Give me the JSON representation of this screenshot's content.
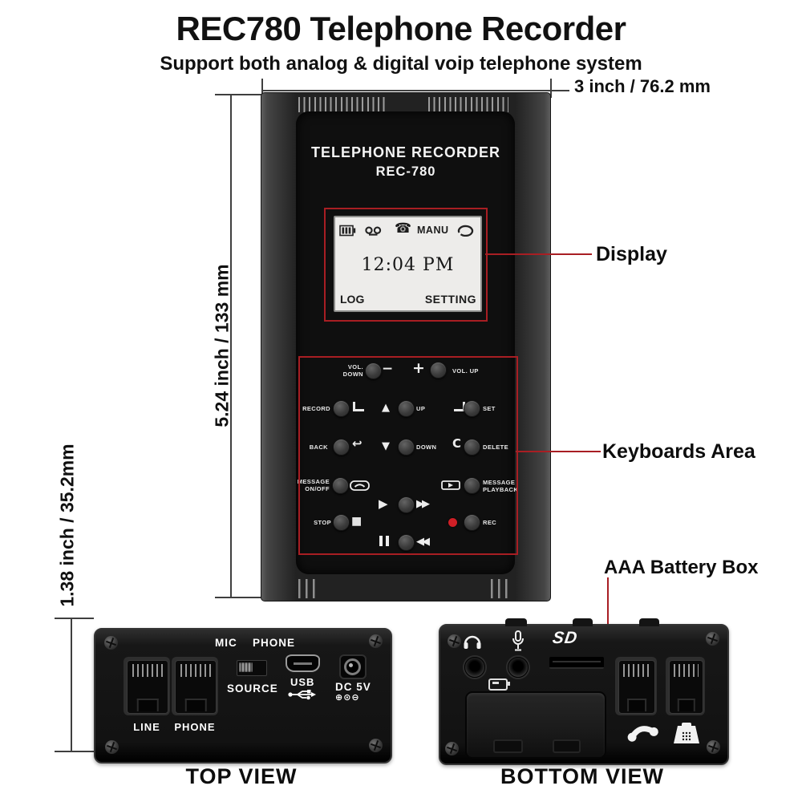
{
  "title": "REC780 Telephone Recorder",
  "subtitle": "Support both analog & digital voip telephone system",
  "dims": {
    "width": "3 inch / 76.2 mm",
    "height": "5.24 inch / 133 mm",
    "depth": "1.38 inch / 35.2mm"
  },
  "callouts": {
    "display": "Display",
    "keyboards": "Keyboards Area",
    "battery": "AAA Battery Box",
    "accent_color": "#a81e23"
  },
  "front": {
    "header1": "TELEPHONE RECORDER",
    "header2": "REC-780",
    "lcd": {
      "phone_glyph": "☎",
      "manu": "MANU",
      "time": "12:04 PM",
      "log": "LOG",
      "setting": "SETTING"
    },
    "keys": {
      "vol_down1": "VOL.",
      "vol_down2": "DOWN",
      "minus": "−",
      "plus": "+",
      "vol_up": "VOL. UP",
      "record": "RECORD",
      "tri_up": "▲",
      "up": "UP",
      "set": "SET",
      "back": "BACK",
      "back_glyph": "↩",
      "tri_down": "▼",
      "down": "DOWN",
      "delete_glyph": "C",
      "del": "DELETE",
      "msg1": "MESSAGE",
      "msg2": "ON/OFF",
      "pb1": "MESSAGE",
      "pb2": "PLAYBACK",
      "play_glyph": "▶",
      "ff_glyph": "▶▶",
      "stop": "STOP",
      "stop_glyph": "■",
      "rec": "REC",
      "rew_glyph": "◀◀"
    }
  },
  "top_view": {
    "caption": "TOP VIEW",
    "mic": "MIC",
    "phone_top": "PHONE",
    "source": "SOURCE",
    "usb": "USB",
    "dc": "DC 5V",
    "polarity": "⊕⊙⊖",
    "line_jack": "LINE",
    "phone_jack": "PHONE"
  },
  "bottom_view": {
    "caption": "BOTTOM VIEW",
    "logo": "SD"
  }
}
